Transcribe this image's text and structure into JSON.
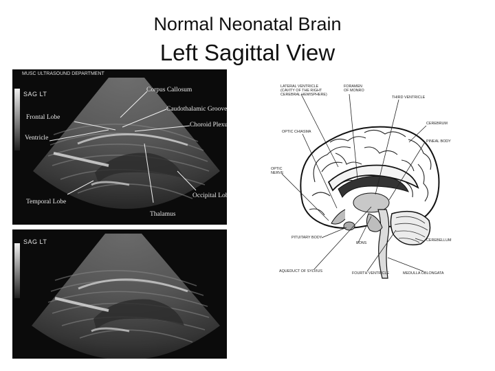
{
  "slide": {
    "title": "Normal Neonatal Brain",
    "subtitle": "Left Sagittal View"
  },
  "ultrasound_top": {
    "header": "MUSC ULTRASOUND DEPARTMENT",
    "view_label": "SAG LT",
    "labels": {
      "corpus_callosum": "Corpus Callosum",
      "frontal_lobe": "Frontal Lobe",
      "caudothalamic_groove": "Caudothalamic Groove",
      "choroid_plexus": "Choroid Plexus",
      "ventricle": "Ventricle",
      "occipital_lobe": "Occipital Lobe",
      "temporal_lobe": "Temporal Lobe",
      "thalamus": "Thalamus"
    }
  },
  "ultrasound_bottom": {
    "view_label": "SAG LT"
  },
  "diagram": {
    "labels": {
      "lateral_ventricle": [
        "LATERAL VENTRICLE",
        "(CAVITY OF THE RIGHT",
        "CEREBRAL HEMISPHERE)"
      ],
      "foramen_of_monro": [
        "FORAMEN",
        "OF MONRO"
      ],
      "third_ventricle": "THIRD VENTRICLE",
      "optic_chiasma": "OPTIC CHIASMA",
      "cerebrum": "CEREBRUM",
      "pineal_body": "PINEAL BODY",
      "optic_nerve": [
        "OPTIC",
        "NERVE"
      ],
      "pituitary_body": "PITUITARY BODY",
      "pons": "PONS",
      "cerebellum": "CEREBELLUM",
      "aqueduct_of_sylvius": "AQUEDUCT OF SYLVIUS",
      "fourth_ventricle": "FOURTH VENTRICLE",
      "medulla_oblongata": "MEDULLA OBLONGATA"
    }
  }
}
